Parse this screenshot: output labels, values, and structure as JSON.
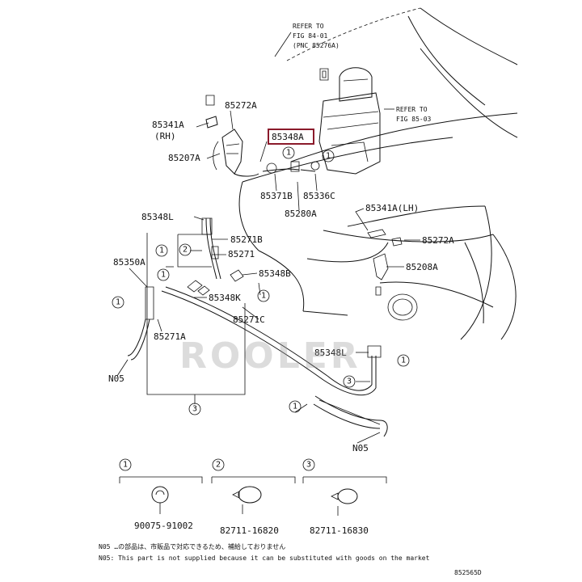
{
  "refs": {
    "fig84": [
      "REFER TO",
      "FIG 84-01",
      "(PNC 85276A)"
    ],
    "fig85": [
      "REFER TO",
      "FIG 85-03"
    ]
  },
  "parts": {
    "p85272A_top": "85272A",
    "p85341A_rh": "85341A",
    "rh_tag": "(RH)",
    "p85348A_hl": "85348A",
    "p85207A": "85207A",
    "p85371B": "85371B",
    "p85336C": "85336C",
    "p85280A": "85280A",
    "p85341A_lh": "85341A(LH)",
    "p85272A_right": "85272A",
    "p85208A": "85208A",
    "p85348L_top": "85348L",
    "p85271B": "85271B",
    "p85271": "85271",
    "p85350A": "85350A",
    "p85348B": "85348B",
    "p85348K": "85348K",
    "p85271C": "85271C",
    "p85271A": "85271A",
    "p85348L_right": "85348L",
    "n05_left": "N05",
    "n05_right": "N05"
  },
  "callouts": {
    "c1": "1",
    "c2": "2",
    "c3": "3"
  },
  "legend": [
    {
      "key": "1",
      "part": "90075-91002"
    },
    {
      "key": "2",
      "part": "82711-16820"
    },
    {
      "key": "3",
      "part": "82711-16830"
    }
  ],
  "notes": {
    "jp": "N05 …の部品は、市販品で対応できるため、補給しておりません",
    "en": "N05: This part is not supplied because it can be substituted with goods on the market"
  },
  "figure_code": "852565D",
  "watermark": "ROOLER",
  "colors": {
    "highlight": "#8b1a2b",
    "ink": "#111111"
  }
}
